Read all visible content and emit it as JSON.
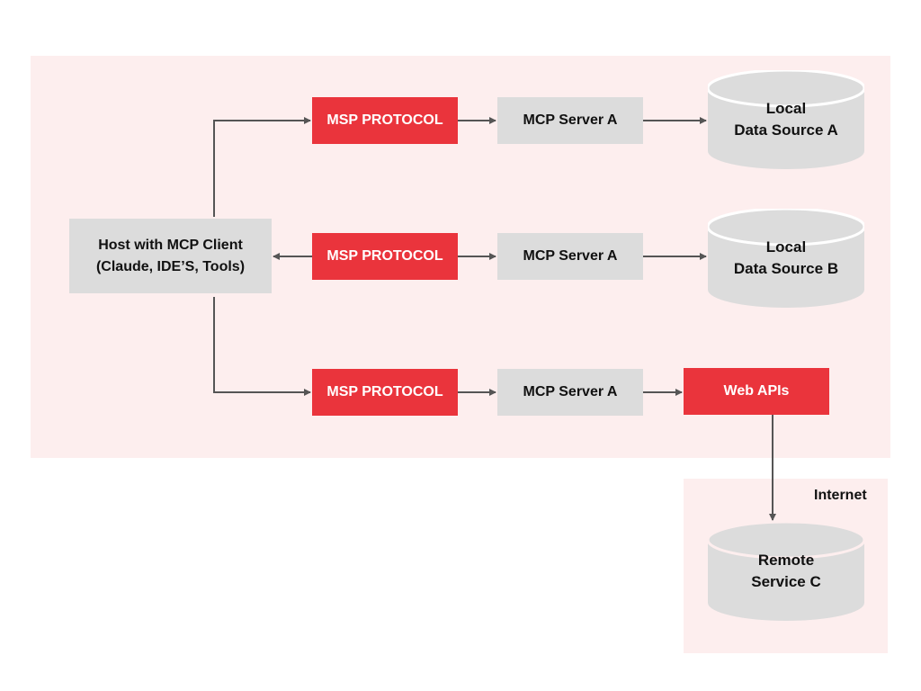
{
  "colors": {
    "region_bg": "#fdeeee",
    "gray_box": "#dcdcdc",
    "red_box": "#ea343c",
    "arrow": "#555555"
  },
  "host": {
    "line1": "Host with MCP Client",
    "line2": "(Claude, IDE’S, Tools)"
  },
  "rows": [
    {
      "protocol": "MSP PROTOCOL",
      "server": "MCP Server A",
      "target": "Local\nData Source A"
    },
    {
      "protocol": "MSP PROTOCOL",
      "server": "MCP Server A",
      "target": "Local\nData Source B"
    },
    {
      "protocol": "MSP PROTOCOL",
      "server": "MCP Server A",
      "target": "Web APIs"
    }
  ],
  "internet": {
    "label": "Internet",
    "service": "Remote\nService C"
  }
}
